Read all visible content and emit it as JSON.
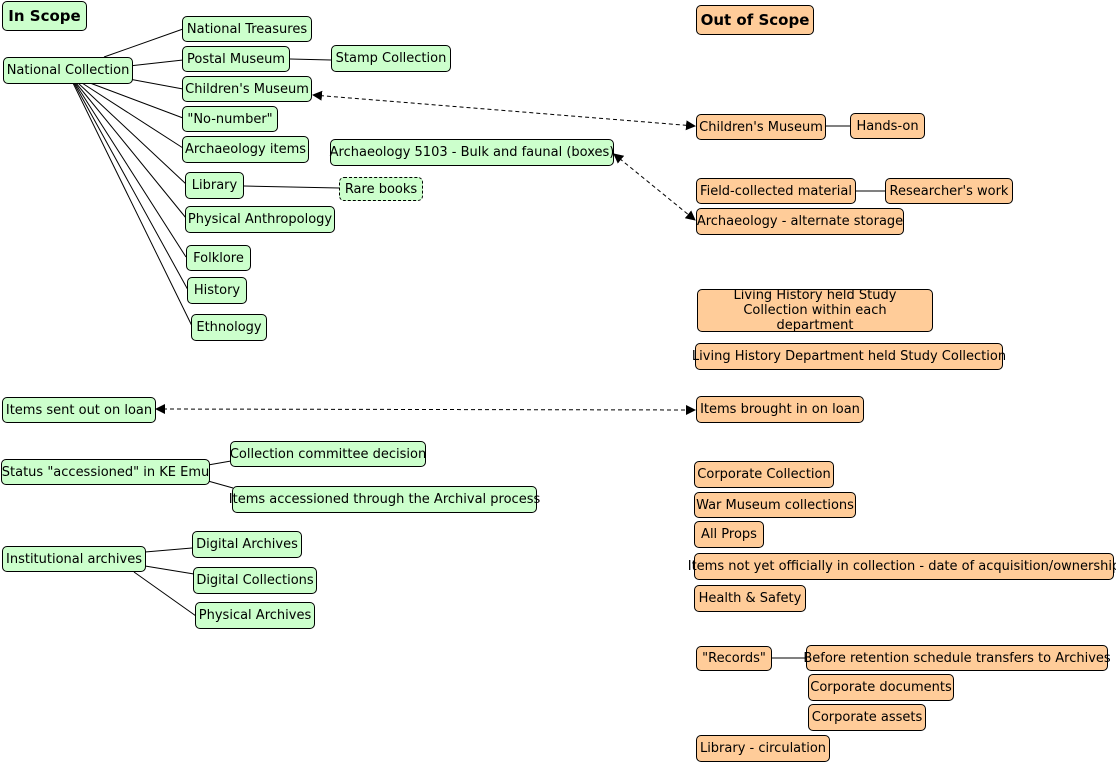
{
  "headers": {
    "in_scope": "In Scope",
    "out_of_scope": "Out of Scope"
  },
  "nodes": {
    "national_collection": "National Collection",
    "national_treasures": "National Treasures",
    "postal_museum": "Postal Museum",
    "stamp_collection": "Stamp Collection",
    "childrens_museum_in": "Children's Museum",
    "no_number": "\"No-number\"",
    "archaeology_items": "Archaeology items",
    "archaeology_5103": "Archaeology 5103 - Bulk and faunal (boxes)",
    "library": "Library",
    "rare_books": "Rare books",
    "physical_anthropology": "Physical Anthropology",
    "folklore": "Folklore",
    "history": "History",
    "ethnology": "Ethnology",
    "items_sent_out_on_loan": "Items sent out on loan",
    "status_accessioned": "Status \"accessioned\" in KE Emu",
    "collection_committee_decision": "Collection committee decision",
    "items_accessioned_archival": "Items accessioned through the Archival process",
    "institutional_archives": "Institutional archives",
    "digital_archives": "Digital Archives",
    "digital_collections": "Digital Collections",
    "physical_archives": "Physical Archives",
    "childrens_museum_out": "Children's Museum",
    "hands_on": "Hands-on",
    "field_collected_material": "Field-collected material",
    "researchers_work": "Researcher's work",
    "archaeology_alternate_storage": "Archaeology - alternate storage",
    "living_history_each_department": "Living History held Study Collection within each department",
    "living_history_department": "Living History Department held Study Collection",
    "items_brought_in_on_loan": "Items brought in on loan",
    "corporate_collection": "Corporate Collection",
    "war_museum_collections": "War Museum collections",
    "all_props": "All Props",
    "items_not_yet_official": "Items not yet officially in collection - date of acquisition/ownership",
    "health_safety": "Health & Safety",
    "records": "\"Records\"",
    "before_retention_schedule": "Before retention schedule transfers to Archives",
    "corporate_documents": "Corporate documents",
    "corporate_assets": "Corporate assets",
    "library_circulation": "Library - circulation"
  },
  "colors": {
    "in_scope_fill": "#ccffcc",
    "out_of_scope_fill": "#ffcc99",
    "border": "#000000"
  }
}
